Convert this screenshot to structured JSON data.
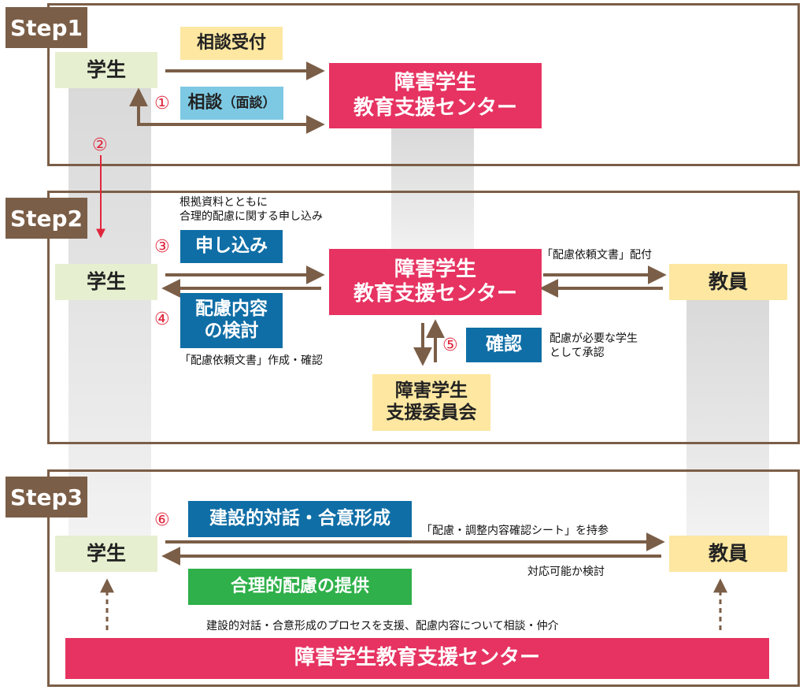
{
  "steps": {
    "step1": "Step1",
    "step2": "Step2",
    "step3": "Step3"
  },
  "step1": {
    "student": "学生",
    "consult_reception": "相談受付",
    "consult_main": "相談",
    "consult_paren": "（面談）",
    "num1": "①",
    "num2": "②",
    "center": "障害学生\n教育支援センター"
  },
  "step2": {
    "note_application": "根拠資料とともに\n合理的配慮に関する申し込み",
    "num3": "③",
    "application": "申し込み",
    "student": "学生",
    "num4": "④",
    "review": "配慮内容\nの検討",
    "note_create": "「配慮依頼文書」作成・確認",
    "center": "障害学生\n教育支援センター",
    "note_distribute": "「配慮依頼文書」配付",
    "faculty": "教員",
    "num5": "⑤",
    "confirm": "確認",
    "note_approve": "配慮が必要な学生\nとして承認",
    "committee": "障害学生\n支援委員会"
  },
  "step3": {
    "num6": "⑥",
    "dialogue": "建設的対話・合意形成",
    "note_sheet": "「配慮・調整内容確認シート」を持参",
    "student": "学生",
    "faculty": "教員",
    "note_review": "対応可能か検討",
    "provision": "合理的配慮の提供",
    "note_support": "建設的対話・合意形成のプロセスを支援、配慮内容について相談・仲介",
    "center_bar": "障害学生教育支援センター"
  },
  "colors": {
    "frame_brown": "#7b5e47",
    "arrow_brown": "#7b5e47",
    "red_arrow": "#e0263c",
    "pink": "#e63361",
    "navy": "#0f6ea6",
    "light_blue": "#7dc9e3",
    "yellow": "#fde7a1",
    "green_light": "#e6efcf",
    "green_strong": "#2fb04a"
  }
}
